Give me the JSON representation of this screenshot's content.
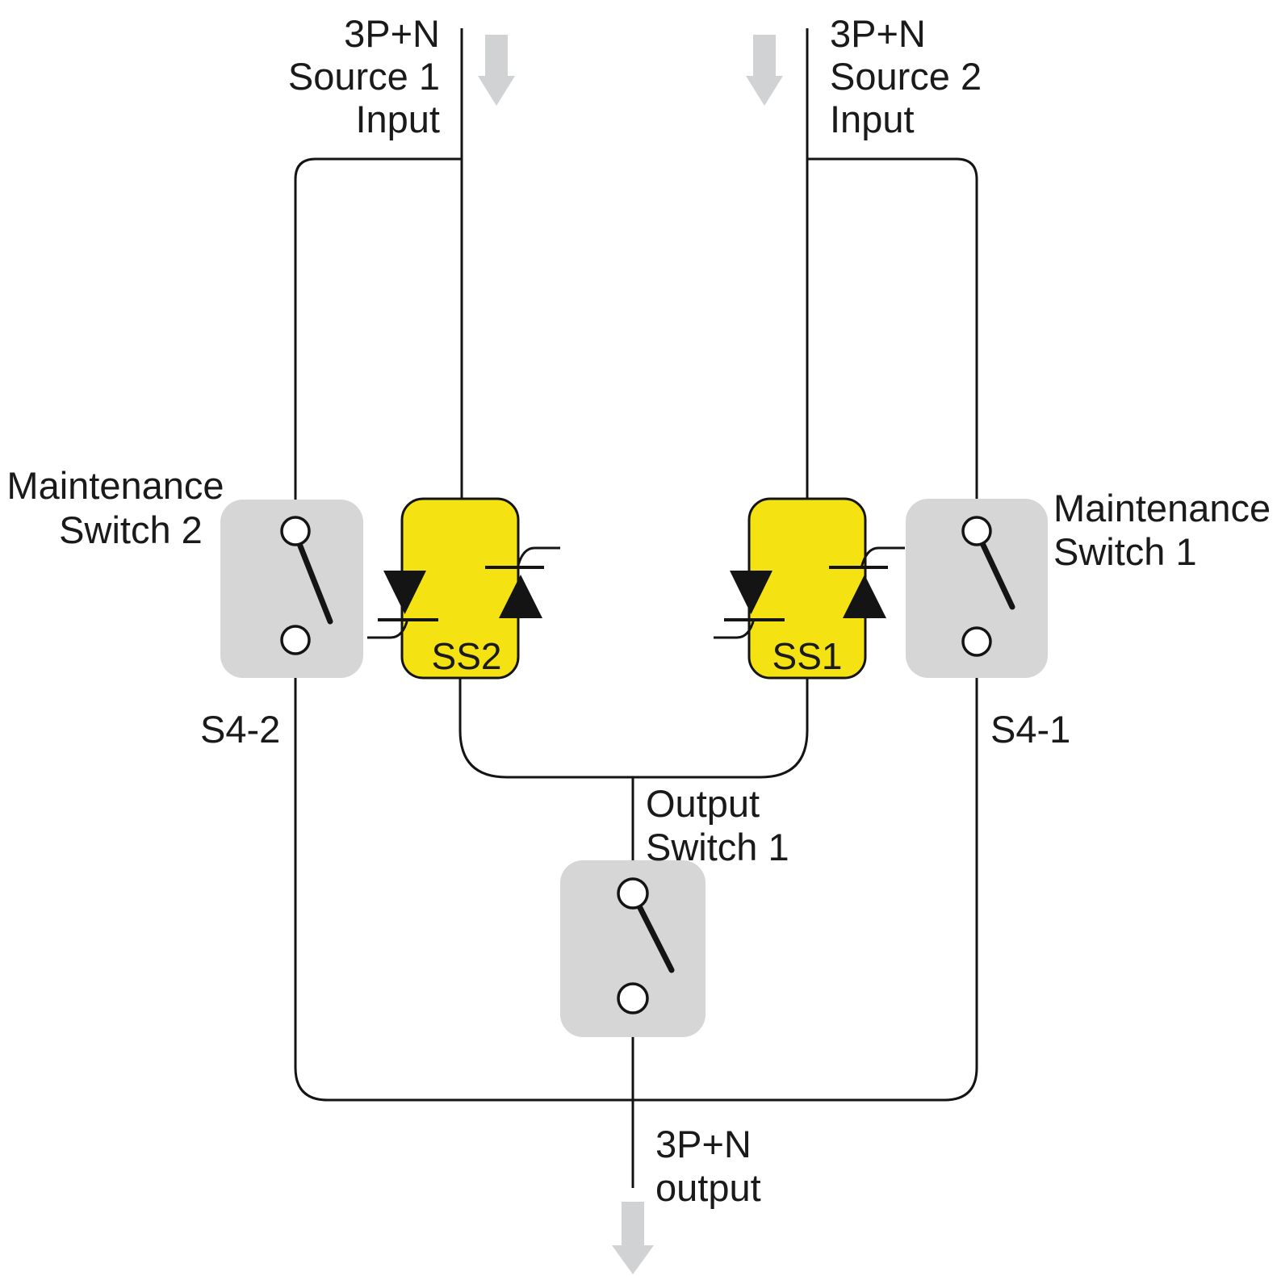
{
  "source1_input": {
    "line1": "3P+N",
    "line2": "Source 1",
    "line3": "Input"
  },
  "source2_input": {
    "line1": "3P+N",
    "line2": "Source 2",
    "line3": "Input"
  },
  "maintenance_switch_2": {
    "label_line1": "Maintenance",
    "label_line2": "Switch 2",
    "designator": "S4-2"
  },
  "maintenance_switch_1": {
    "label_line1": "Maintenance",
    "label_line2": "Switch 1",
    "designator": "S4-1"
  },
  "static_switch_2": {
    "label": "SS2"
  },
  "static_switch_1": {
    "label": "SS1"
  },
  "output_switch_1": {
    "label_line1": "Output",
    "label_line2": "Switch 1"
  },
  "output": {
    "line1": "3P+N",
    "line2": "output"
  },
  "colors": {
    "static_switch_fill": "#f4e213",
    "mechanical_switch_fill": "#d6d6d6",
    "arrow_fill": "#d0d2d3",
    "wire": "#141414",
    "text": "#1a1a1a"
  }
}
